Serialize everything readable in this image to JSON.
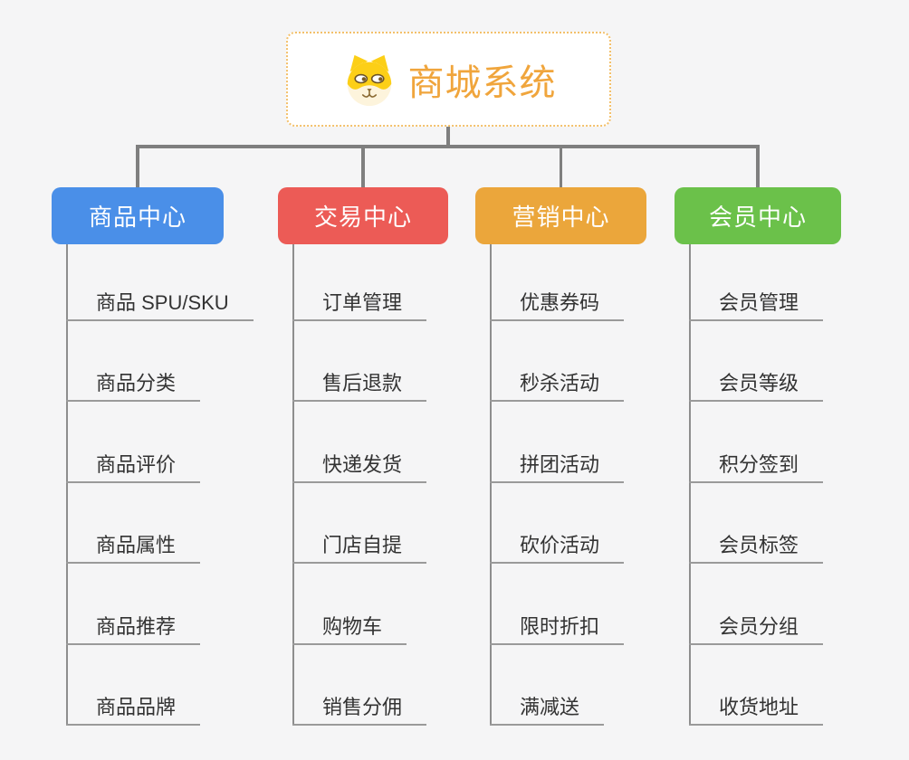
{
  "root": {
    "title": "商城系统",
    "icon": "shiba-dog-icon",
    "title_color": "#f0a53c",
    "border_color": "#f3c06b"
  },
  "connector_color": "#7f7f7f",
  "branches": [
    {
      "label": "商品中心",
      "color": "#4a8fe8",
      "children": [
        "商品 SPU/SKU",
        "商品分类",
        "商品评价",
        "商品属性",
        "商品推荐",
        "商品品牌"
      ]
    },
    {
      "label": "交易中心",
      "color": "#ec5b56",
      "children": [
        "订单管理",
        "售后退款",
        "快递发货",
        "门店自提",
        "购物车",
        "销售分佣"
      ]
    },
    {
      "label": "营销中心",
      "color": "#eba63b",
      "children": [
        "优惠券码",
        "秒杀活动",
        "拼团活动",
        "砍价活动",
        "限时折扣",
        "满减送"
      ]
    },
    {
      "label": "会员中心",
      "color": "#6bc14a",
      "children": [
        "会员管理",
        "会员等级",
        "积分签到",
        "会员标签",
        "会员分组",
        "收货地址"
      ]
    }
  ]
}
